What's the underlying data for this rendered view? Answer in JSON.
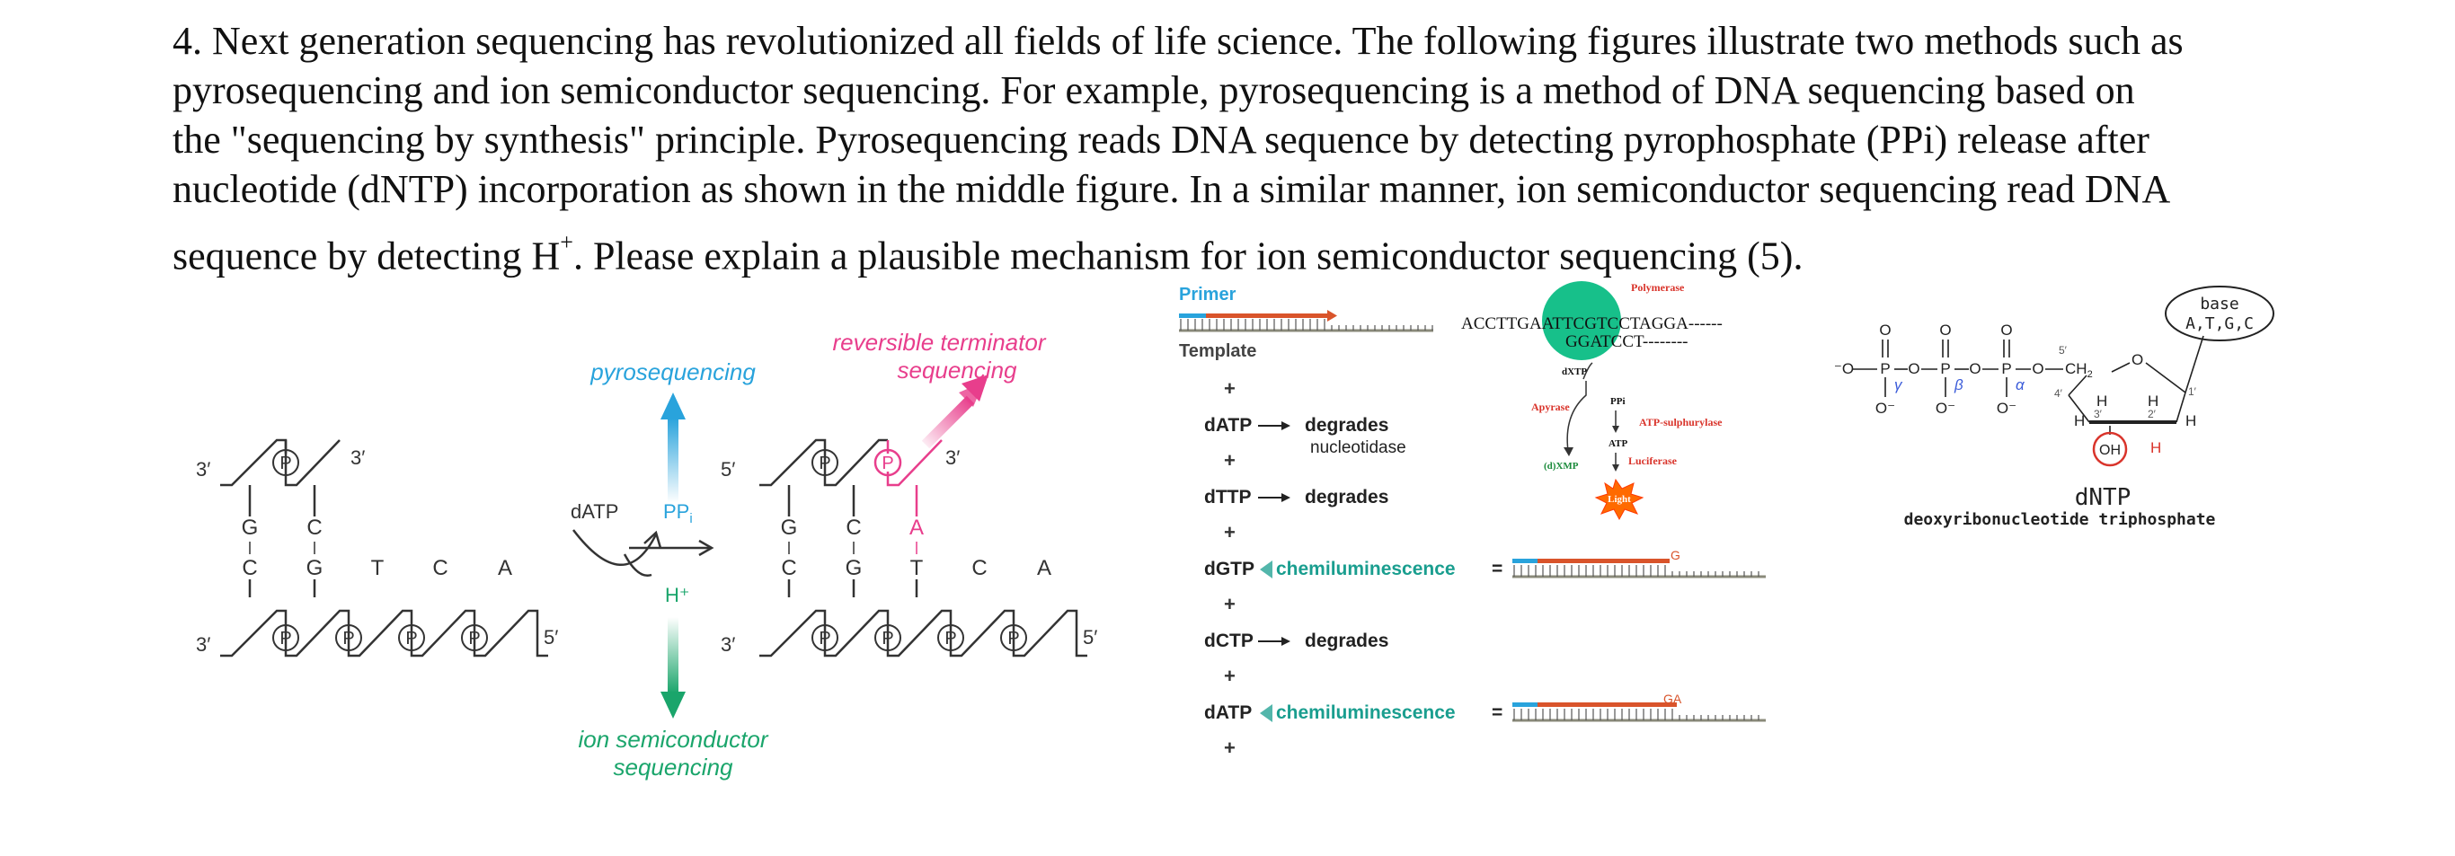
{
  "question": {
    "line1": "4. Next generation sequencing has revolutionized all fields of life science. The following figures illustrate two methods such as",
    "line2": "pyrosequencing and ion semiconductor sequencing. For example, pyrosequencing is a method of DNA sequencing based on",
    "line3": "the \"sequencing by synthesis\" principle.  Pyrosequencing reads DNA sequence by detecting pyrophosphate (PPi) release after",
    "line4": "nucleotide (dNTP) incorporation as shown in the middle figure. In a similar manner, ion semiconductor sequencing read DNA",
    "line5a": "sequence by detecting H",
    "line5sup": "+",
    "line5b": ". Please explain a plausible mechanism for ion semiconductor sequencing (5)."
  },
  "left_figure": {
    "pyrosequencing": "pyrosequencing",
    "reversible_terminator": [
      "reversible terminator",
      "sequencing"
    ],
    "ion_semiconductor": [
      "ion semiconductor",
      "sequencing"
    ],
    "datp": "dATP",
    "ppi": "PP",
    "ppi_sub": "i",
    "h_plus": "H⁺",
    "prime3": "3′",
    "prime5": "5′",
    "phosphate": "P",
    "top_bases": [
      "G",
      "C"
    ],
    "bottom_bases": [
      "C",
      "G",
      "T",
      "C",
      "A"
    ],
    "new_base": "A",
    "colors": {
      "blue": "#29a3dc",
      "pink": "#e83e8c",
      "green": "#1aa56b",
      "strand": "#333333"
    }
  },
  "middle_figure": {
    "primer": "Primer",
    "template": "Template",
    "plus": "+",
    "rows": [
      {
        "nt": "dATP",
        "result": "degrades",
        "note": "nucleotidase"
      },
      {
        "nt": "dTTP",
        "result": "degrades"
      },
      {
        "nt": "dGTP",
        "result": "chemiluminescence",
        "eq": "=",
        "added": "G"
      },
      {
        "nt": "dCTP",
        "result": "degrades"
      },
      {
        "nt": "dATP",
        "result": "chemiluminescence",
        "eq": "=",
        "added": "GA"
      }
    ],
    "polymerase": "Polymerase",
    "seq_top": "ACCTTGAATTCGTCCTAGGA------",
    "seq_bottom": "GGATCCT--------",
    "dxtp": "dXTP",
    "ppi": "PPi",
    "apyrase": "Apyrase",
    "atp_sulphurylase": "ATP-sulphurylase",
    "atp": "ATP",
    "dxmp": "(d)XMP",
    "luciferase": "Luciferase",
    "light": "Light",
    "colors": {
      "teal": "#1a9e8f",
      "red": "#d9342b",
      "blue": "#29a3dc",
      "green_enzyme": "#17c08a"
    }
  },
  "right_figure": {
    "base": [
      "base",
      "A,T,G,C"
    ],
    "gamma": "γ",
    "beta": "β",
    "alpha": "α",
    "o": "O",
    "o_minus": "O⁻",
    "minus_o": "⁻O",
    "p": "P",
    "ch2": "CH",
    "ch2_sub": "2",
    "h": "H",
    "oh": "OH",
    "pos5": "5′",
    "pos4": "4′",
    "pos3": "3′",
    "pos2": "2′",
    "pos1": "1′",
    "title": "dNTP",
    "subtitle": "deoxyribonucleotide  triphosphate"
  }
}
